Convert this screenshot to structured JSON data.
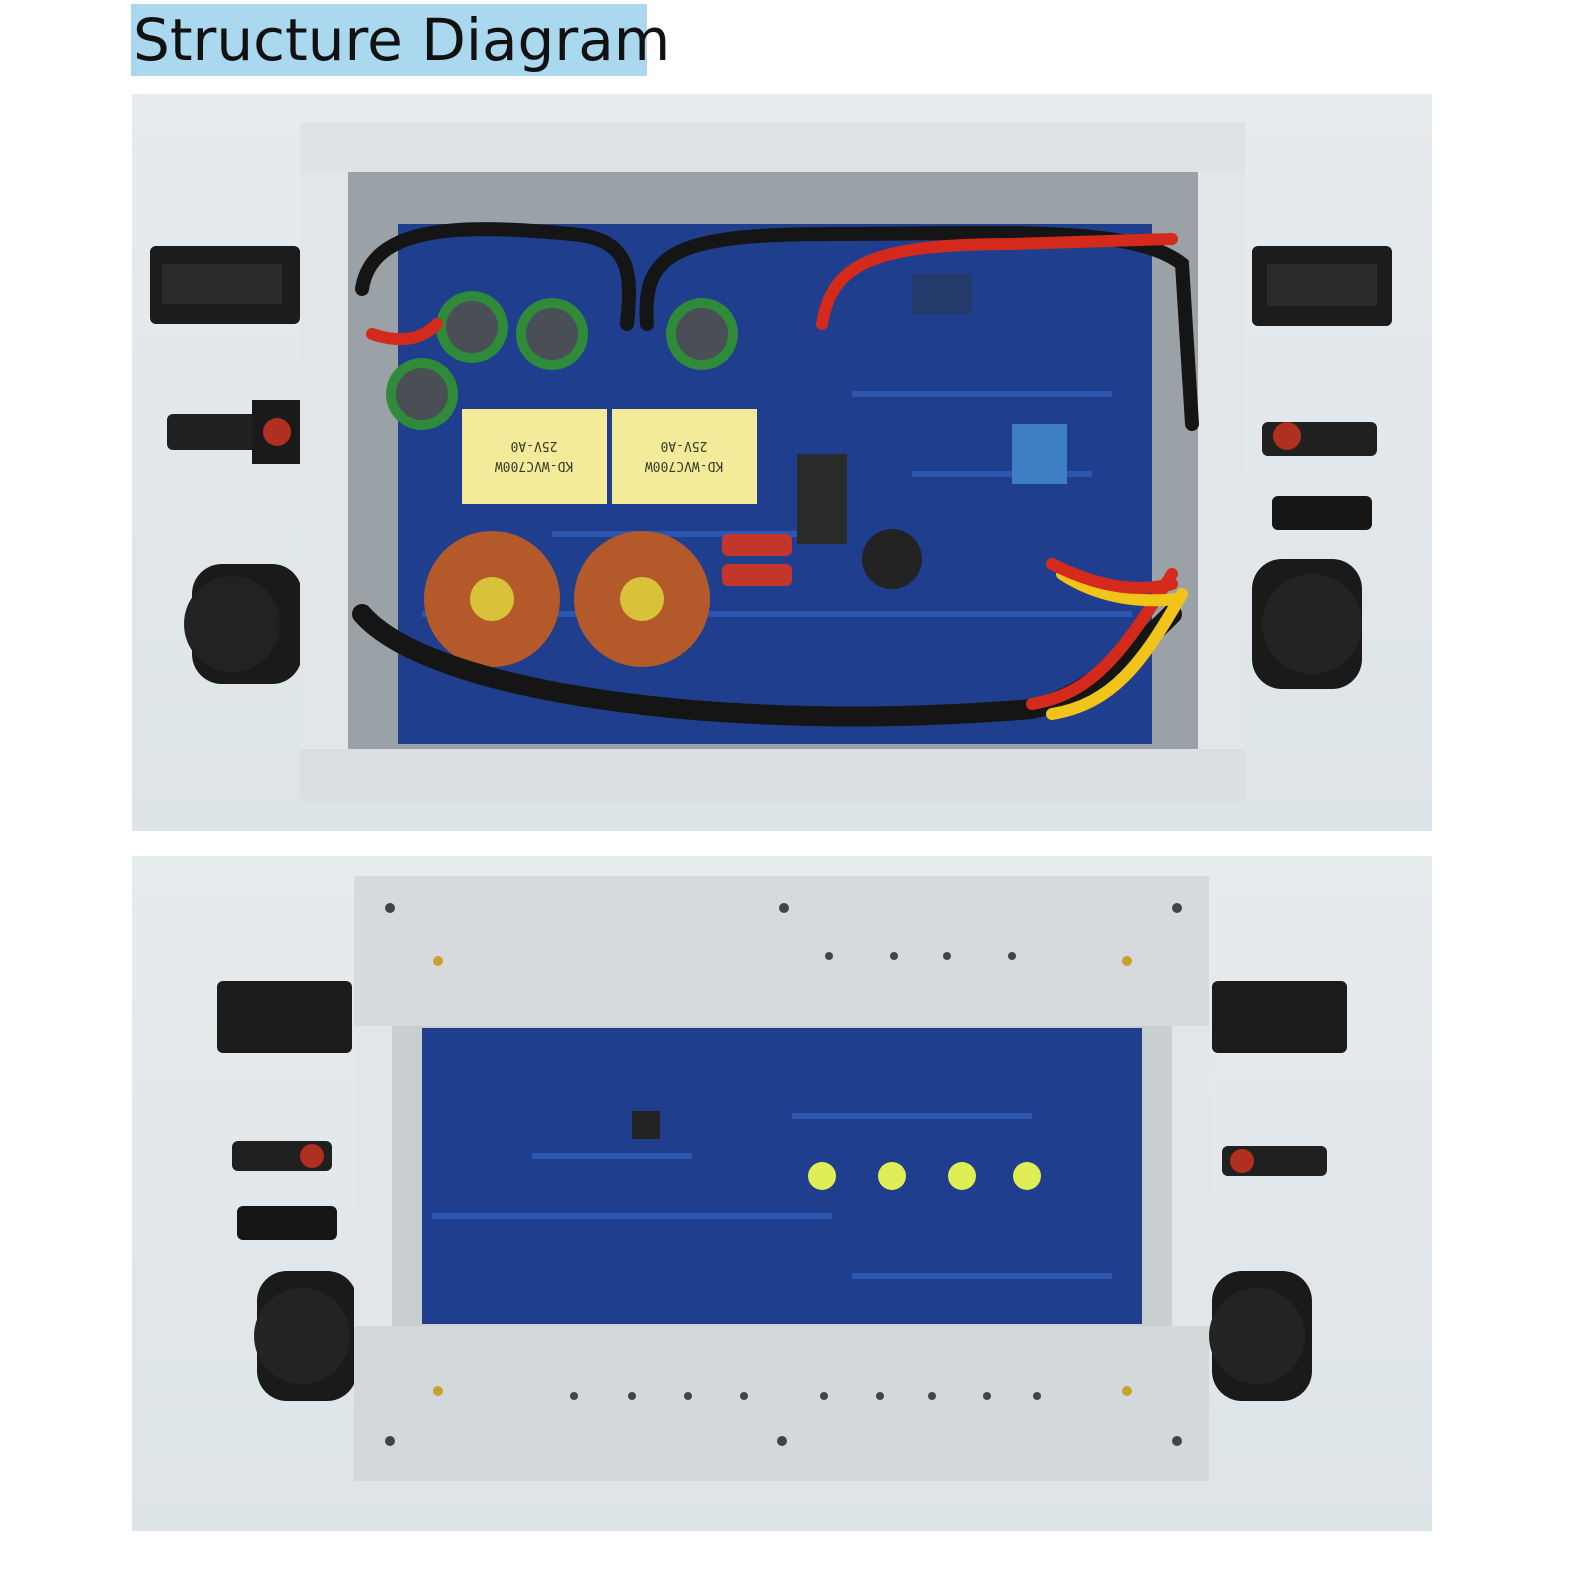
{
  "title": "Structure Diagram",
  "photos": [
    {
      "name": "open enclosure with circuit board, component side"
    },
    {
      "name": "enclosure with circuit board, rear side"
    }
  ],
  "transformer_labels": [
    {
      "line1": "KD-WVC700W",
      "line2": "25V-A0"
    },
    {
      "line1": "KD-WVC700W",
      "line2": "25V-A0"
    }
  ],
  "colors": {
    "title_bg": "#a9d8ef",
    "pcb": "#1f3f8e",
    "aluminum": "#c9ced2",
    "wire_red": "#d42a1c",
    "wire_yellow": "#f0c419",
    "wire_black": "#151515",
    "coil_copper": "#b45a2a",
    "transformer": "#f3ea9a"
  }
}
